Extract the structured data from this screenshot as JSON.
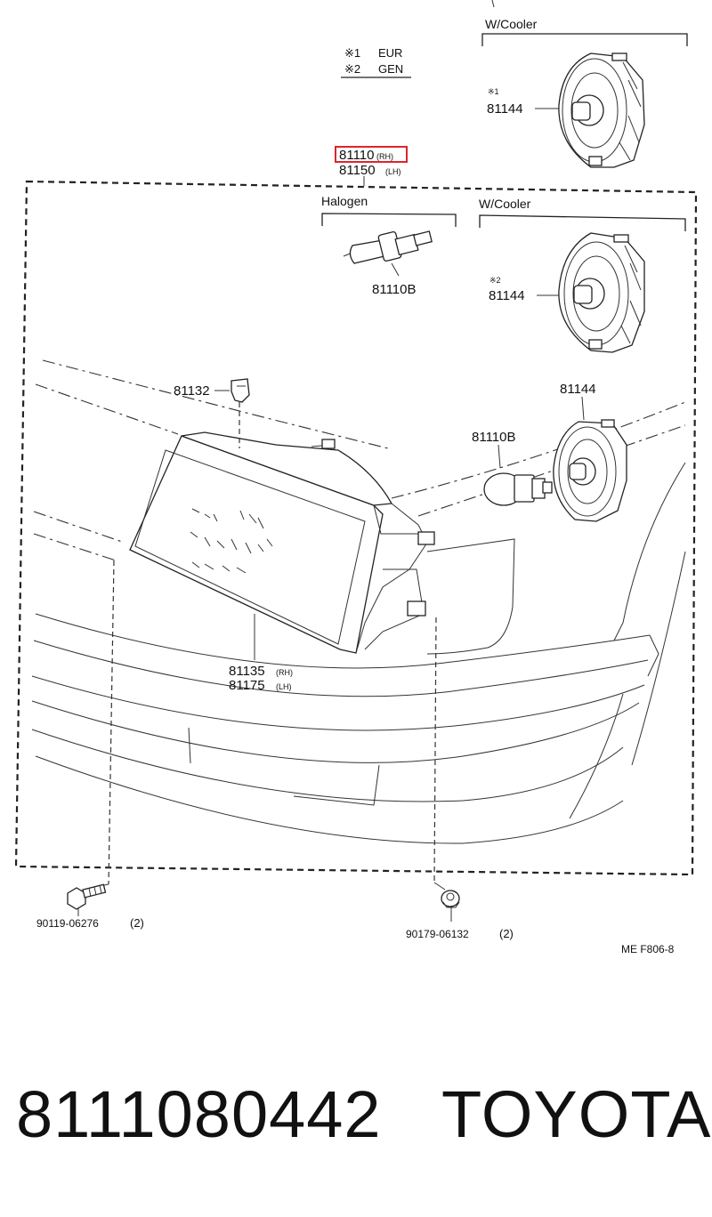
{
  "legend": {
    "line1_mark": "※1",
    "line1_text": "EUR",
    "line2_mark": "※2",
    "line2_text": "GEN"
  },
  "group_header": {
    "rh_number": "81110",
    "rh_suffix": "(RH)",
    "lh_number": "81150",
    "lh_suffix": "(LH)"
  },
  "callouts": {
    "top_wcooler_header": "W/Cooler",
    "top_wcooler_mark": "※1",
    "top_wcooler_part": "81144",
    "halogen_header": "Halogen",
    "halogen_bulb_part": "81110B",
    "inner_wcooler_header": "W/Cooler",
    "inner_wcooler_mark": "※2",
    "inner_wcooler_part": "81144",
    "clip_part": "81132",
    "socket_part": "81144",
    "bulb_part": "81110B",
    "lens_rh_number": "81135",
    "lens_rh_suffix": "(RH)",
    "lens_lh_number": "81175",
    "lens_lh_suffix": "(LH)",
    "bolt_part": "90119-06276",
    "bolt_qty": "(2)",
    "nut_part": "90179-06132",
    "nut_qty": "(2)",
    "drawing_code": "ME F806-8"
  },
  "highlight": {
    "color": "#e0242a",
    "target": "81110 (RH)"
  },
  "footer": {
    "part_number": "8111080442",
    "brand": "TOYOTA"
  }
}
